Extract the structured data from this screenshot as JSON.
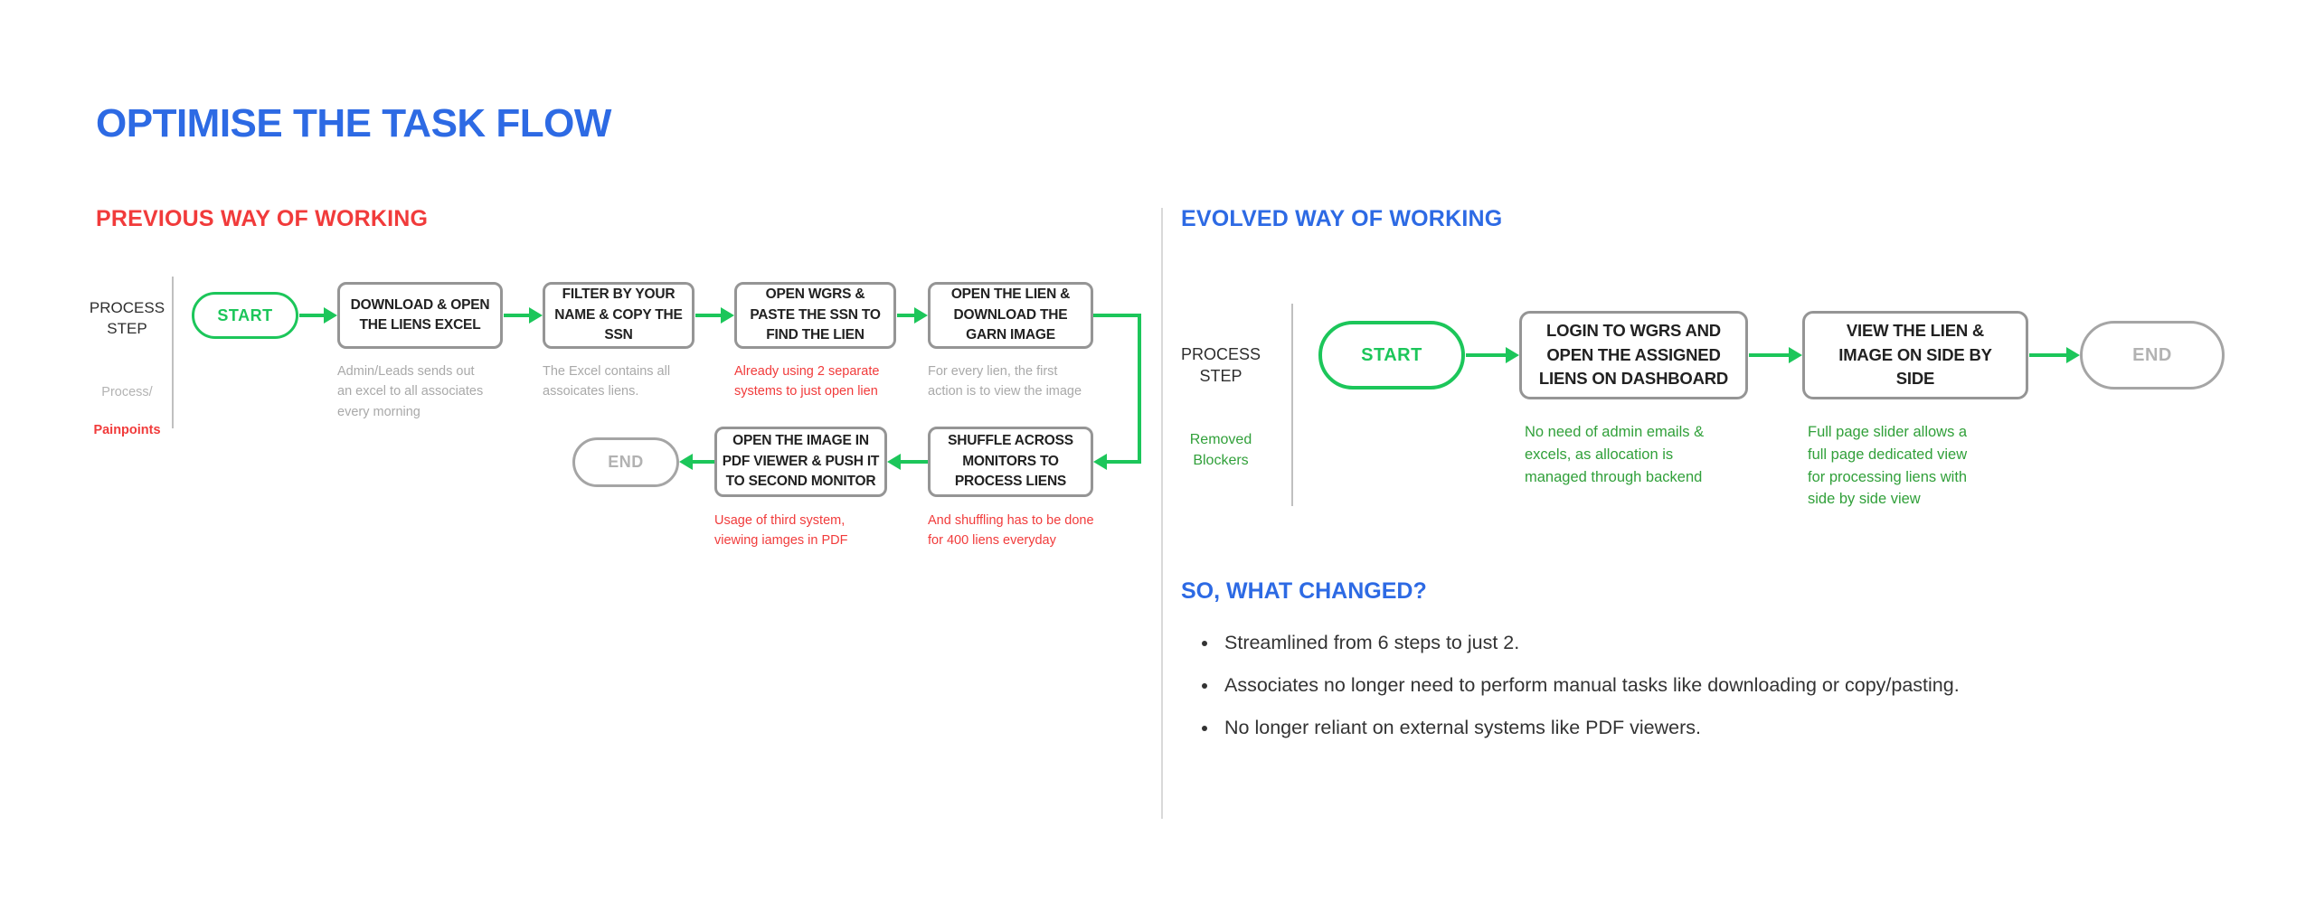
{
  "title": "OPTIMISE THE TASK FLOW",
  "colors": {
    "title_blue": "#2d6ae4",
    "painpoint_red": "#f13b3b",
    "flow_green": "#1cc65a",
    "benefit_green": "#31a03a",
    "box_border_gray": "#959595",
    "note_gray": "#a9a9a9"
  },
  "left": {
    "header": "PREVIOUS WAY OF WORKING",
    "row_label": "PROCESS\nSTEP",
    "legend_process": "Process/",
    "legend_painpoints": "Painpoints",
    "start_label": "START",
    "end_label": "END",
    "steps": [
      {
        "label": "DOWNLOAD & OPEN\nTHE LIENS EXCEL",
        "note": "Admin/Leads sends out\nan excel to all associates\nevery morning",
        "note_type": "process"
      },
      {
        "label": "FILTER BY YOUR\nNAME & COPY THE\nSSN",
        "note": "The Excel contains all\nassoicates liens.",
        "note_type": "process"
      },
      {
        "label": "OPEN WGRS &\nPASTE THE SSN TO\nFIND THE LIEN",
        "note": "Already using 2 separate\nsystems to just open lien",
        "note_type": "painpoint"
      },
      {
        "label": "OPEN THE LIEN &\nDOWNLOAD THE\nGARN IMAGE",
        "note": "For every lien, the first\naction is to view the image",
        "note_type": "process"
      },
      {
        "label": "SHUFFLE ACROSS\nMONITORS TO\nPROCESS LIENS",
        "note": "And shuffling has to be done\nfor 400 liens everyday",
        "note_type": "painpoint"
      },
      {
        "label": "OPEN THE IMAGE IN\nPDF VIEWER & PUSH IT\nTO SECOND MONITOR",
        "note": "Usage of third system,\nviewing iamges in PDF",
        "note_type": "painpoint"
      }
    ]
  },
  "right": {
    "header": "EVOLVED WAY OF WORKING",
    "row_label": "PROCESS\nSTEP",
    "legend_removed_blockers": "Removed\nBlockers",
    "start_label": "START",
    "end_label": "END",
    "steps": [
      {
        "label": "LOGIN TO WGRS AND\nOPEN THE ASSIGNED\nLIENS ON DASHBOARD",
        "note": "No need of admin emails &\nexcels, as allocation is\nmanaged through backend"
      },
      {
        "label": "VIEW THE LIEN &\nIMAGE ON SIDE BY\nSIDE",
        "note": "Full page slider allows a\nfull page dedicated view\nfor processing liens with\nside by side view"
      }
    ],
    "changed": {
      "header": "SO, WHAT CHANGED?",
      "bullets": [
        "Streamlined from 6 steps to just 2.",
        "Associates no longer need to perform manual tasks like downloading or copy/pasting.",
        "No longer reliant on external systems like PDF viewers."
      ]
    }
  }
}
